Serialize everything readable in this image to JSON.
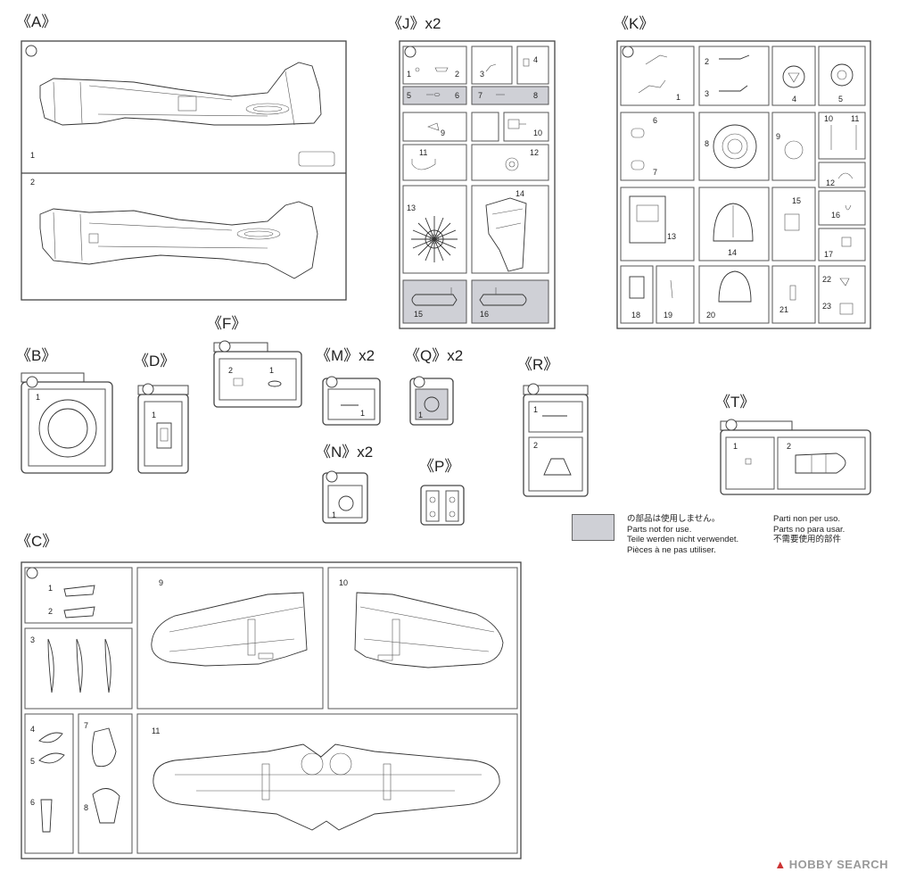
{
  "sheets": {
    "A": {
      "label": "《A》",
      "parts": [
        "1",
        "2"
      ]
    },
    "B": {
      "label": "《B》",
      "parts": [
        "1"
      ]
    },
    "C": {
      "label": "《C》",
      "parts": [
        "1",
        "2",
        "3",
        "4",
        "5",
        "6",
        "7",
        "8",
        "9",
        "10",
        "11"
      ]
    },
    "D": {
      "label": "《D》",
      "parts": [
        "1"
      ]
    },
    "F": {
      "label": "《F》",
      "parts": [
        "2",
        "1"
      ]
    },
    "J": {
      "label": "《J》x2",
      "parts": [
        "1",
        "2",
        "3",
        "4",
        "5",
        "6",
        "7",
        "8",
        "9",
        "10",
        "11",
        "12",
        "13",
        "14",
        "15",
        "16"
      ]
    },
    "K": {
      "label": "《K》",
      "parts": [
        "1",
        "2",
        "3",
        "4",
        "5",
        "6",
        "7",
        "8",
        "9",
        "10",
        "11",
        "12",
        "13",
        "14",
        "15",
        "16",
        "17",
        "18",
        "19",
        "20",
        "21",
        "22",
        "23"
      ]
    },
    "M": {
      "label": "《M》x2",
      "parts": [
        "1"
      ]
    },
    "N": {
      "label": "《N》x2",
      "parts": [
        "1"
      ]
    },
    "P": {
      "label": "《P》",
      "parts": []
    },
    "Q": {
      "label": "《Q》x2",
      "parts": [
        "1"
      ]
    },
    "R": {
      "label": "《R》",
      "parts": [
        "1",
        "2"
      ]
    },
    "T": {
      "label": "《T》",
      "parts": [
        "1",
        "2"
      ]
    }
  },
  "legend": {
    "swatch_color": "#cfd0d6",
    "lines_left": [
      "の部品は使用しません。",
      "Parts not for use.",
      "Teile werden nicht verwendet.",
      "Pièces à ne pas utiliser."
    ],
    "lines_right": [
      "Parti non per uso.",
      "Parts no para usar.",
      "不需要使用的部件"
    ]
  },
  "watermark": {
    "text": "HOBBY SEARCH"
  }
}
